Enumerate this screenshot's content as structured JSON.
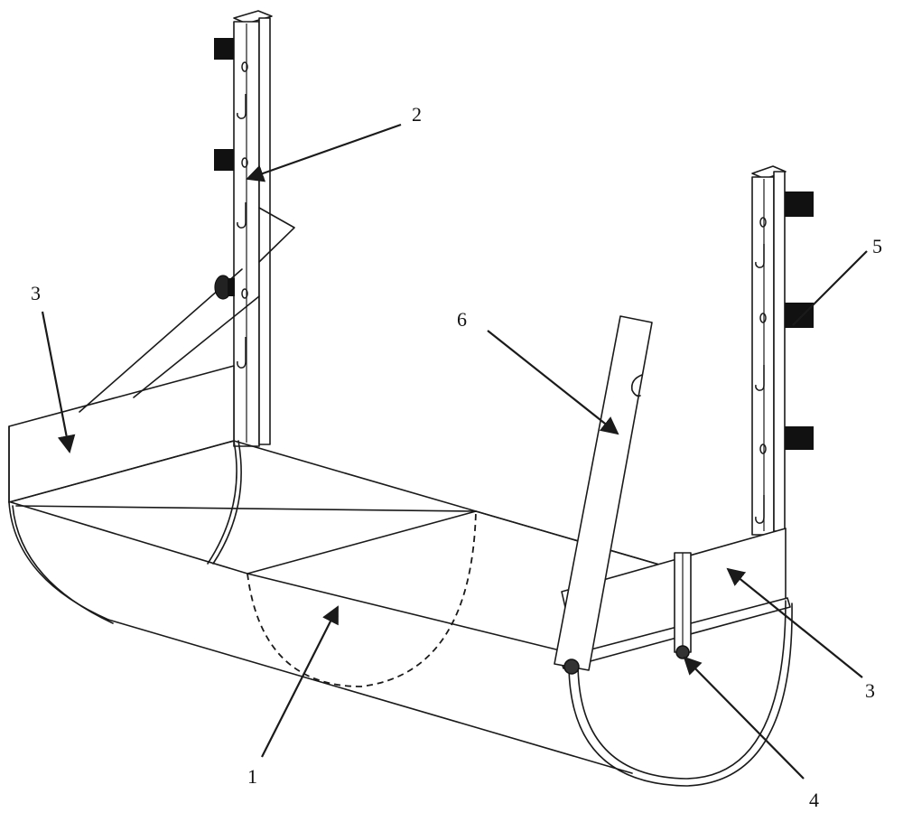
{
  "labels": {
    "trough": "1",
    "left_post": "2",
    "end_plate_left": "3",
    "end_plate_right": "3",
    "bolt": "4",
    "clamp": "5",
    "handle": "6"
  },
  "colors": {
    "stroke": "#1a1a1a",
    "background": "#ffffff",
    "clamp_fill": "#111111"
  }
}
